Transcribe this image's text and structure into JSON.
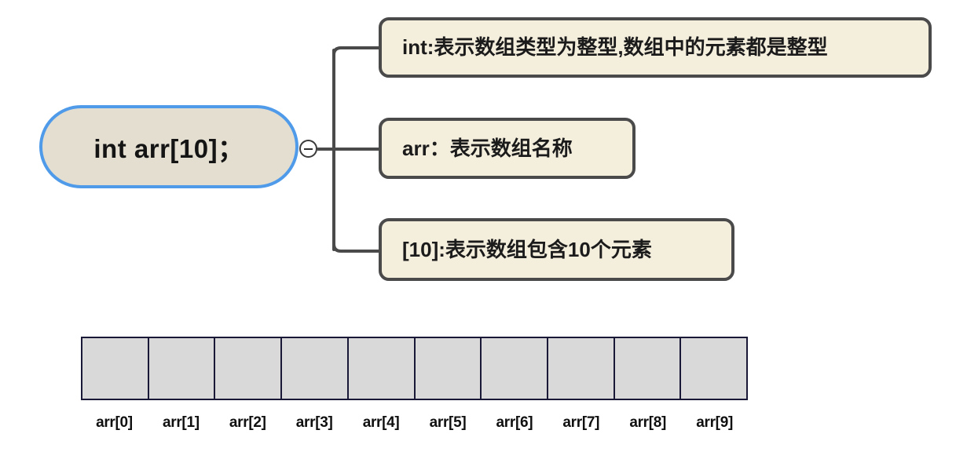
{
  "diagram": {
    "root": {
      "label": "int arr[10]；",
      "fill_color": "#e3ded0",
      "border_color": "#4f9bea"
    },
    "toggle": {
      "icon": "minus-circle-icon",
      "state": "expanded"
    },
    "branches": [
      {
        "label": "int:表示数组类型为整型,数组中的元素都是整型"
      },
      {
        "label": "arr：表示数组名称"
      },
      {
        "label": "[10]:表示数组包含10个元素"
      }
    ],
    "branch_style": {
      "fill_color": "#f4eedd",
      "border_color": "#4a4a4a"
    },
    "connector_color": "#4a4a4a"
  },
  "array": {
    "cell_count": 10,
    "cell_fill": "#d9d9d9",
    "cell_border": "#191937",
    "labels": [
      "arr[0]",
      "arr[1]",
      "arr[2]",
      "arr[3]",
      "arr[4]",
      "arr[5]",
      "arr[6]",
      "arr[7]",
      "arr[8]",
      "arr[9]"
    ]
  }
}
